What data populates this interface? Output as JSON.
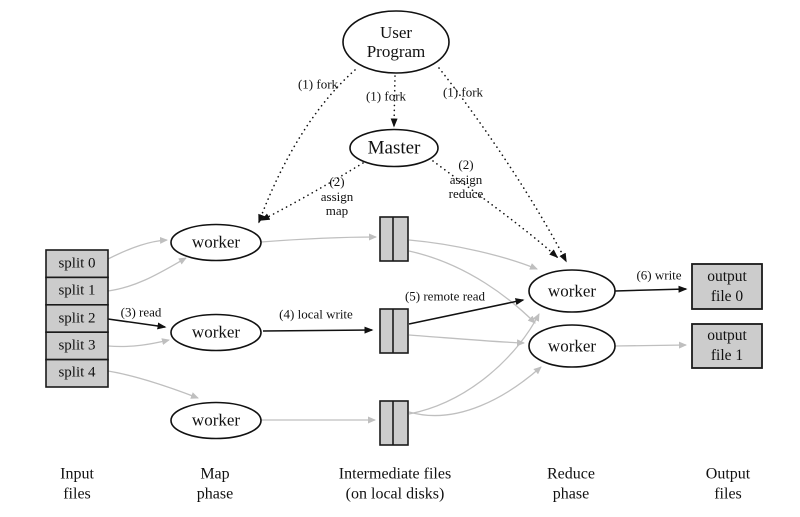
{
  "nodes": {
    "user_program": "User\nProgram",
    "master": "Master",
    "map_workers": [
      "worker",
      "worker",
      "worker"
    ],
    "reduce_workers": [
      "worker",
      "worker"
    ],
    "input_splits": [
      "split 0",
      "split 1",
      "split 2",
      "split 3",
      "split 4"
    ],
    "output_files": [
      "output\nfile 0",
      "output\nfile 1"
    ]
  },
  "edge_labels": {
    "fork_left": "(1) fork",
    "fork_center": "(1) fork",
    "fork_right": "(1) fork",
    "assign_map": "(2)\nassign\nmap",
    "assign_reduce": "(2)\nassign\nreduce",
    "read": "(3) read",
    "local_write": "(4) local write",
    "remote_read": "(5) remote read",
    "write": "(6) write"
  },
  "phase_labels": {
    "input": "Input\nfiles",
    "map": "Map\nphase",
    "intermediate": "Intermediate files\n(on local disks)",
    "reduce": "Reduce\nphase",
    "output": "Output\nfiles"
  },
  "colors": {
    "background": "#ffffff",
    "file_box_fill": "#cccccc",
    "node_stroke": "#111111",
    "gray_arrow": "#bfbfbf",
    "black_arrow": "#111111"
  }
}
